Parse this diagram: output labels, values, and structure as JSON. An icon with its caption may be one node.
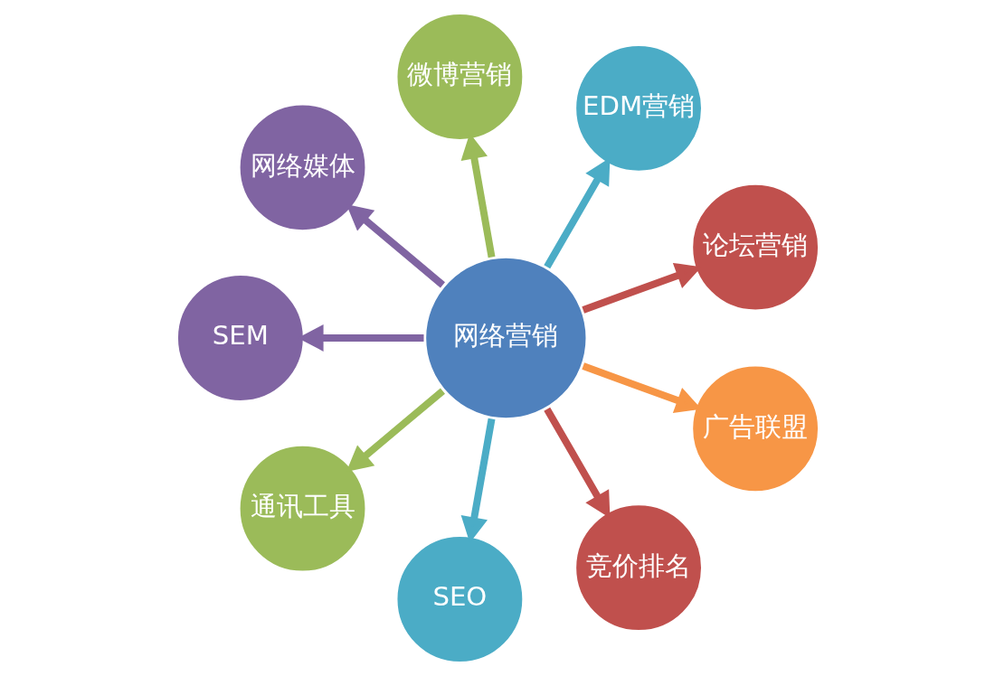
{
  "diagram": {
    "nodes": [
      {
        "text": [
          "网络营销"
        ]
      },
      {
        "text": [
          "论坛营销"
        ]
      },
      {
        "text": [
          "EDM营销"
        ]
      },
      {
        "text": [
          "微博营销"
        ]
      },
      {
        "text": [
          "网络媒体"
        ]
      },
      {
        "text": [
          "SEM"
        ]
      },
      {
        "text": [
          "通讯工具"
        ]
      },
      {
        "text": [
          "SEO"
        ]
      },
      {
        "text": [
          "竞价排名"
        ]
      },
      {
        "text": [
          "广告联盟"
        ]
      }
    ],
    "edges": [
      {
        "from": 0,
        "to": 1,
        "arrow": "to",
        "color": "#c0504d"
      },
      {
        "from": 0,
        "to": 3,
        "arrow": "to",
        "color": "#9bbb59"
      },
      {
        "from": 0,
        "to": 5,
        "arrow": "to",
        "color": "#8064a2"
      },
      {
        "from": 0,
        "to": 7,
        "arrow": "to",
        "color": "#4bacc6"
      },
      {
        "from": 0,
        "to": 9,
        "arrow": "to",
        "color": "#f79646"
      },
      {
        "from": 0,
        "to": 8,
        "arrow": "to",
        "color": "#c0504d"
      },
      {
        "from": 0,
        "to": 6,
        "arrow": "to",
        "color": "#9bbb59"
      },
      {
        "from": 0,
        "to": 4,
        "arrow": "to",
        "color": "#8064a2"
      },
      {
        "from": 0,
        "to": 2,
        "arrow": "to",
        "color": "#4bacc6"
      }
    ]
  }
}
